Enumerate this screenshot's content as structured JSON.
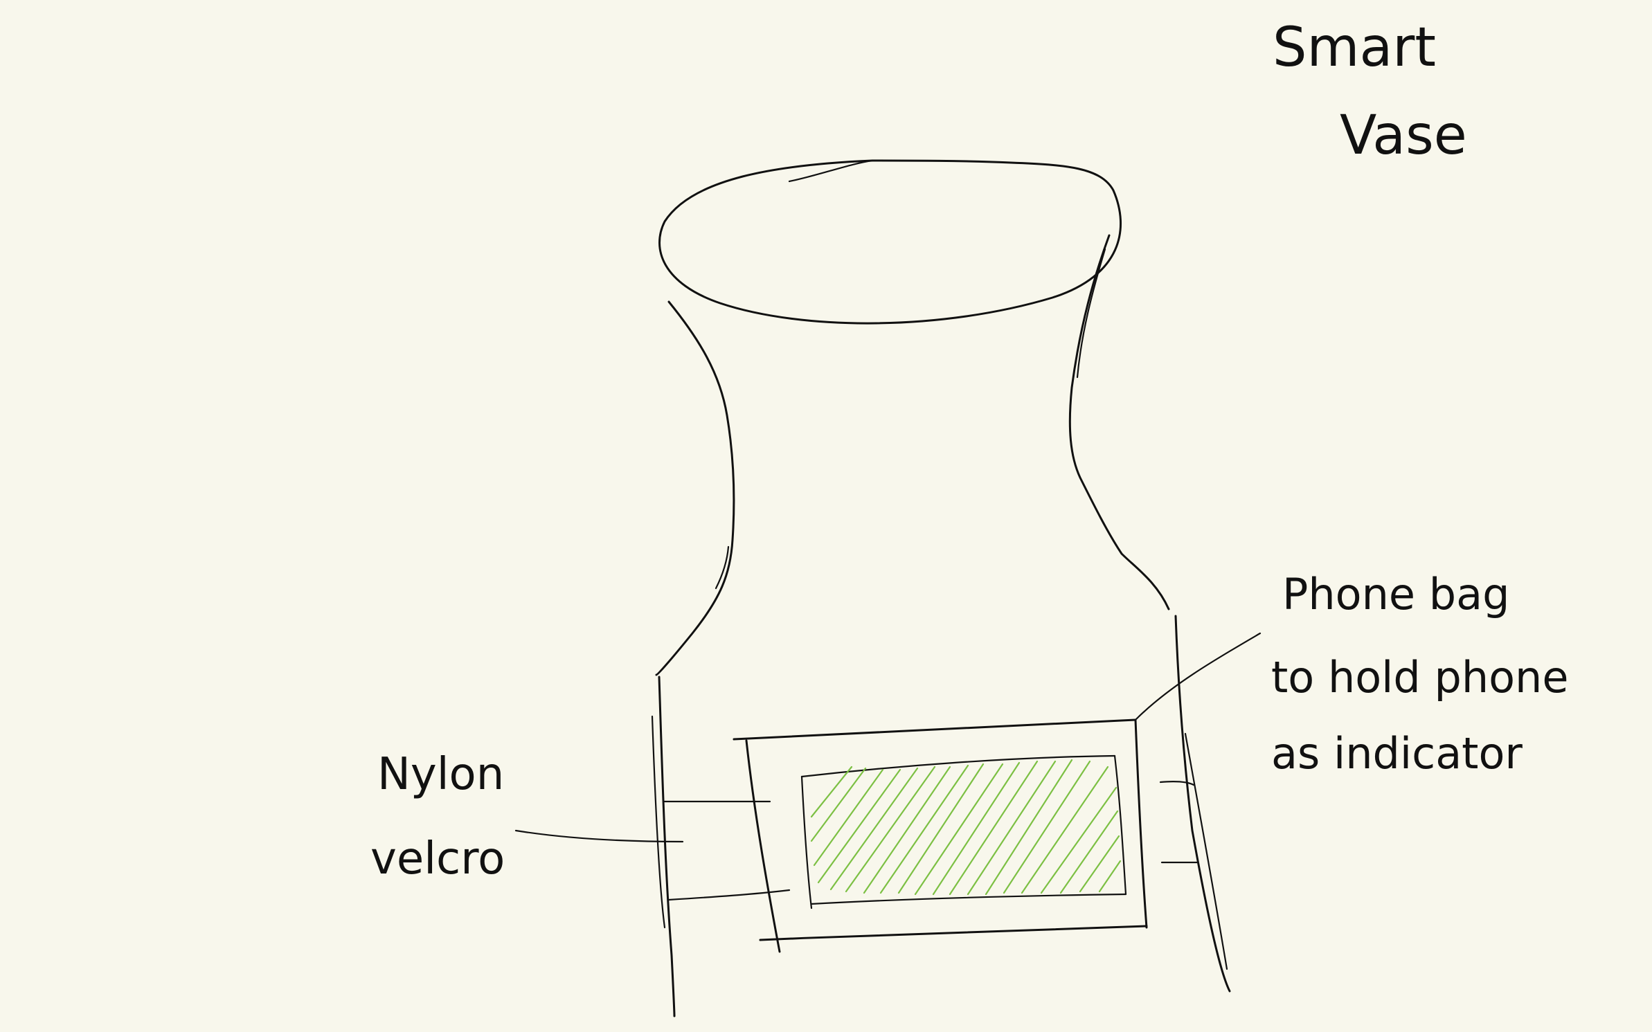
{
  "title": {
    "line1": "Smart",
    "line2": "Vase"
  },
  "callouts": {
    "phone_bag": {
      "line1": "Phone bag",
      "line2": "to hold phone",
      "line3": "as indicator"
    },
    "nylon_velcro": {
      "line1": "Nylon",
      "line2": "velcro"
    }
  },
  "colors": {
    "background": "#f8f7ec",
    "ink": "#111111",
    "hatch": "#7cc043"
  }
}
